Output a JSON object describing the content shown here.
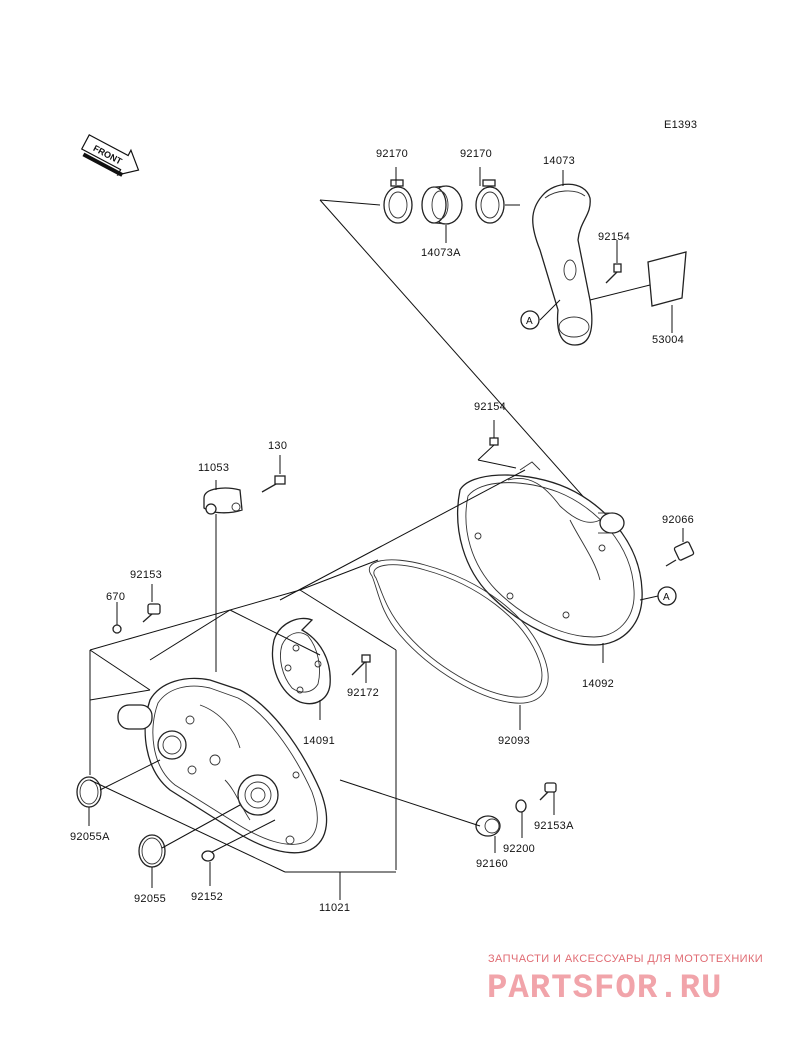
{
  "diagram": {
    "code": "E1393",
    "front_text": "FRONT",
    "labels": [
      "92170",
      "92170",
      "14073",
      "14073A",
      "92154",
      "53004",
      "92154",
      "130",
      "11053",
      "92066",
      "92153",
      "670",
      "92172",
      "14091",
      "14092",
      "92093",
      "92055A",
      "92153A",
      "92200",
      "92160",
      "92055",
      "92152",
      "11021"
    ],
    "callouts": [
      "A",
      "A"
    ]
  },
  "watermark": {
    "line1": "ЗАПЧАСТИ И АКСЕССУАРЫ ДЛЯ МОТОТЕХНИКИ",
    "line2": "PARTSFOR.RU"
  }
}
